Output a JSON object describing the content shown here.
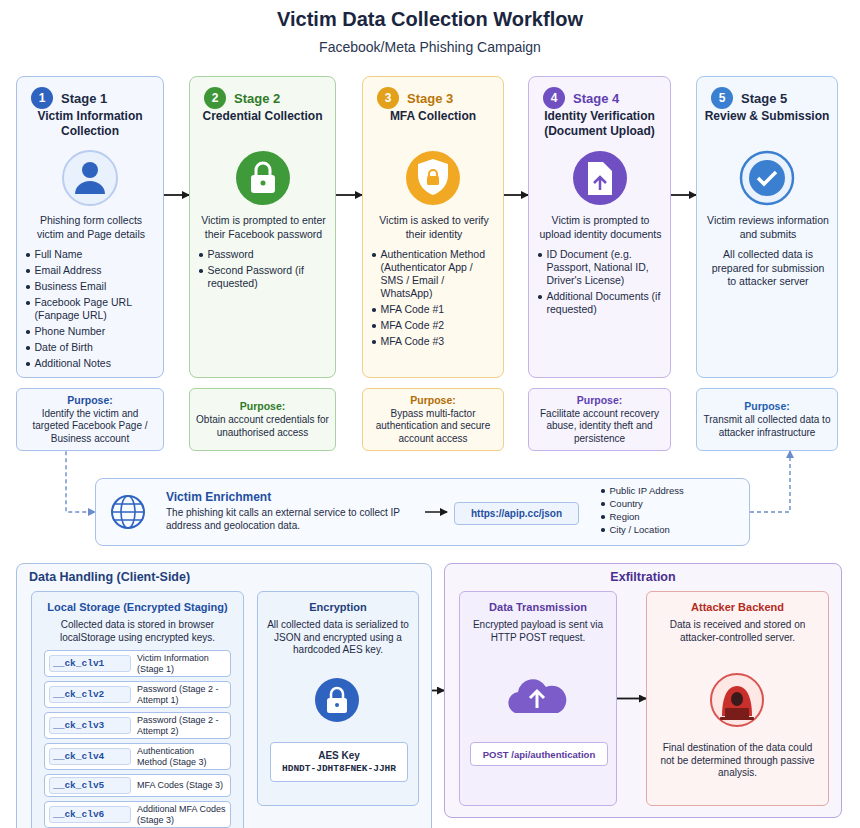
{
  "diagram": {
    "title": "Victim Data Collection Workflow",
    "nodes": [
      {
        "text": [
          "Stage 1",
          "Victim Information Collection",
          "Phishing form collects victim and Page details",
          "Full Name",
          "Email Address",
          "Business Email",
          "Facebook Page URL (Fanpage URL)",
          "Phone Number",
          "Date of Birth",
          "Additional Notes"
        ]
      },
      {
        "text": [
          "1"
        ],
        "in": 0
      },
      {
        "text": [
          "Stage 2",
          "Credential Collection",
          "Victim is prompted to enter their Facebook password",
          "Password",
          "Second Password (if requested)"
        ]
      },
      {
        "text": [
          "2"
        ],
        "in": 2
      },
      {
        "text": [
          "Stage 3",
          "MFA Collection",
          "Victim is asked to verify their identity",
          "Authentication Method (Authenticator App / SMS / Email / WhatsApp)",
          "MFA Code #1",
          "MFA Code #2",
          "MFA Code #3"
        ]
      },
      {
        "text": [
          "3"
        ],
        "in": 4
      },
      {
        "text": [
          "Stage 4",
          "Identity Verification (Document Upload)",
          "Victim is prompted to upload identity documents",
          "ID Document (e.g. Passport, National ID, Driver's License)",
          "Additional Documents (if requested)"
        ]
      },
      {
        "text": [
          "4"
        ],
        "in": 6
      },
      {
        "text": [
          "Stage 5",
          "Review & Submission",
          "Victim reviews information and submits",
          "All collected data is prepared for submission to attacker server"
        ]
      },
      {
        "text": [
          "5"
        ],
        "in": 8
      },
      {
        "text": [
          "Purpose:",
          "Identify the victim and targeted Facebook Page / Business account"
        ]
      },
      {
        "text": [
          "Purpose:",
          "Obtain account credentials for unauthorised access"
        ]
      },
      {
        "text": [
          "Purpose:",
          "Bypass multi-factor authentication and secure account access"
        ]
      },
      {
        "text": [
          "Purpose:",
          "Facilitate account recovery abuse, identity theft and persistence"
        ]
      },
      {
        "text": [
          "Purpose:",
          "Transmit all collected data to attacker infrastructure"
        ]
      },
      {
        "text": [
          "Victim Enrichment",
          "The phishing kit calls an external service to collect IP address and geolocation data.",
          "Public IP Address",
          "Country",
          "Region",
          "City / Location"
        ]
      },
      {
        "text": [
          "https://apip.cc/json"
        ],
        "in": 15
      },
      {
        "text": [
          "Data Handling (Client-Side)"
        ]
      },
      {
        "text": [
          "Local Storage (Encrypted Staging)",
          "Collected data is stored in browser localStorage using encrypted keys."
        ],
        "in": 17
      },
      {
        "text": [
          "__ck_clv1",
          "Victim Information (Stage 1)"
        ],
        "in": 18
      },
      {
        "text": [
          "__ck_clv2",
          "Password (Stage 2 - Attempt 1)"
        ],
        "in": 18
      },
      {
        "text": [
          "__ck_clv3",
          "Password (Stage 2 - Attempt 2)"
        ],
        "in": 18
      },
      {
        "text": [
          "__ck_clv4",
          "Authentication Method (Stage 3)"
        ],
        "in": 18
      },
      {
        "text": [
          "__ck_clv5",
          "MFA Codes (Stage 3)"
        ],
        "in": 18
      },
      {
        "text": [
          "__ck_clv6",
          "Additional MFA Codes (Stage 3)"
        ],
        "in": 18
      },
      {
        "text": [
          "Encryption",
          "All collected data is serialized to JSON and encrypted using a hardcoded AES key."
        ],
        "in": 17
      },
      {
        "text": [
          "AES Key",
          "HDNDT-JDHT8FNEK-JJHR"
        ],
        "in": 25
      },
      {
        "text": [
          "Exfiltration"
        ]
      },
      {
        "text": [
          "Data Transmission",
          "Encrypted payload is sent via HTTP POST request."
        ],
        "in": 27
      },
      {
        "text": [
          "POST /api/authentication"
        ],
        "in": 28
      },
      {
        "text": [
          "Attacker Backend",
          "Data is received and stored on attacker-controlled server.",
          "Final destination of the data could not be determined through passive analysis."
        ],
        "in": 27
      }
    ],
    "edges": [
      {
        "from": 0,
        "to": 2,
        "arrow": "to"
      },
      {
        "from": 2,
        "to": 4,
        "arrow": "to"
      },
      {
        "from": 4,
        "to": 6,
        "arrow": "to"
      },
      {
        "from": 6,
        "to": 8,
        "arrow": "to"
      },
      {
        "from": 10,
        "to": 15,
        "arrow": "to"
      },
      {
        "from": 15,
        "to": 14,
        "arrow": "to"
      },
      {
        "from": 17,
        "to": 27,
        "arrow": "to"
      },
      {
        "from": 28,
        "to": 30,
        "arrow": "to"
      }
    ],
    "labels": [
      "Facebook/Meta Phishing Campaign"
    ]
  }
}
